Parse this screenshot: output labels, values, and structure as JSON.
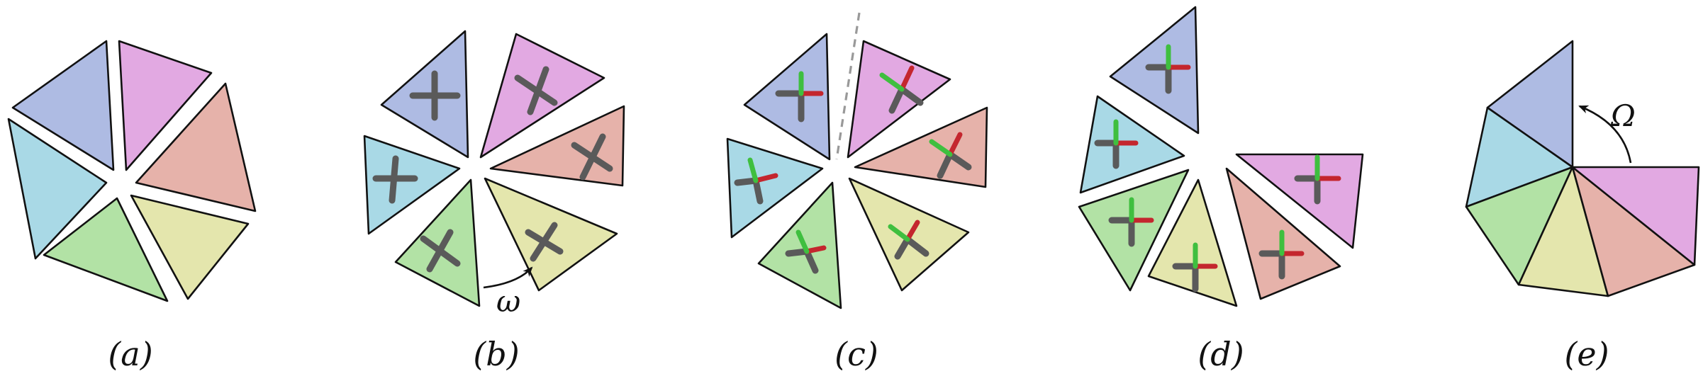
{
  "colors": {
    "blue": "#aebbe3",
    "magenta": "#e2a9e2",
    "salmon": "#e6b2aa",
    "yellow": "#e4e6ad",
    "green": "#b2e2a5",
    "cyan": "#a9d9e6",
    "frame_gray": "#5a5a5a",
    "frame_red": "#c4262e",
    "frame_green": "#3fbf3f"
  },
  "panels": [
    {
      "id": "a",
      "caption": "(a)"
    },
    {
      "id": "b",
      "caption": "(b)",
      "symbol": "ω"
    },
    {
      "id": "c",
      "caption": "(c)"
    },
    {
      "id": "d",
      "caption": "(d)"
    },
    {
      "id": "e",
      "caption": "(e)",
      "symbol": "Ω"
    }
  ]
}
